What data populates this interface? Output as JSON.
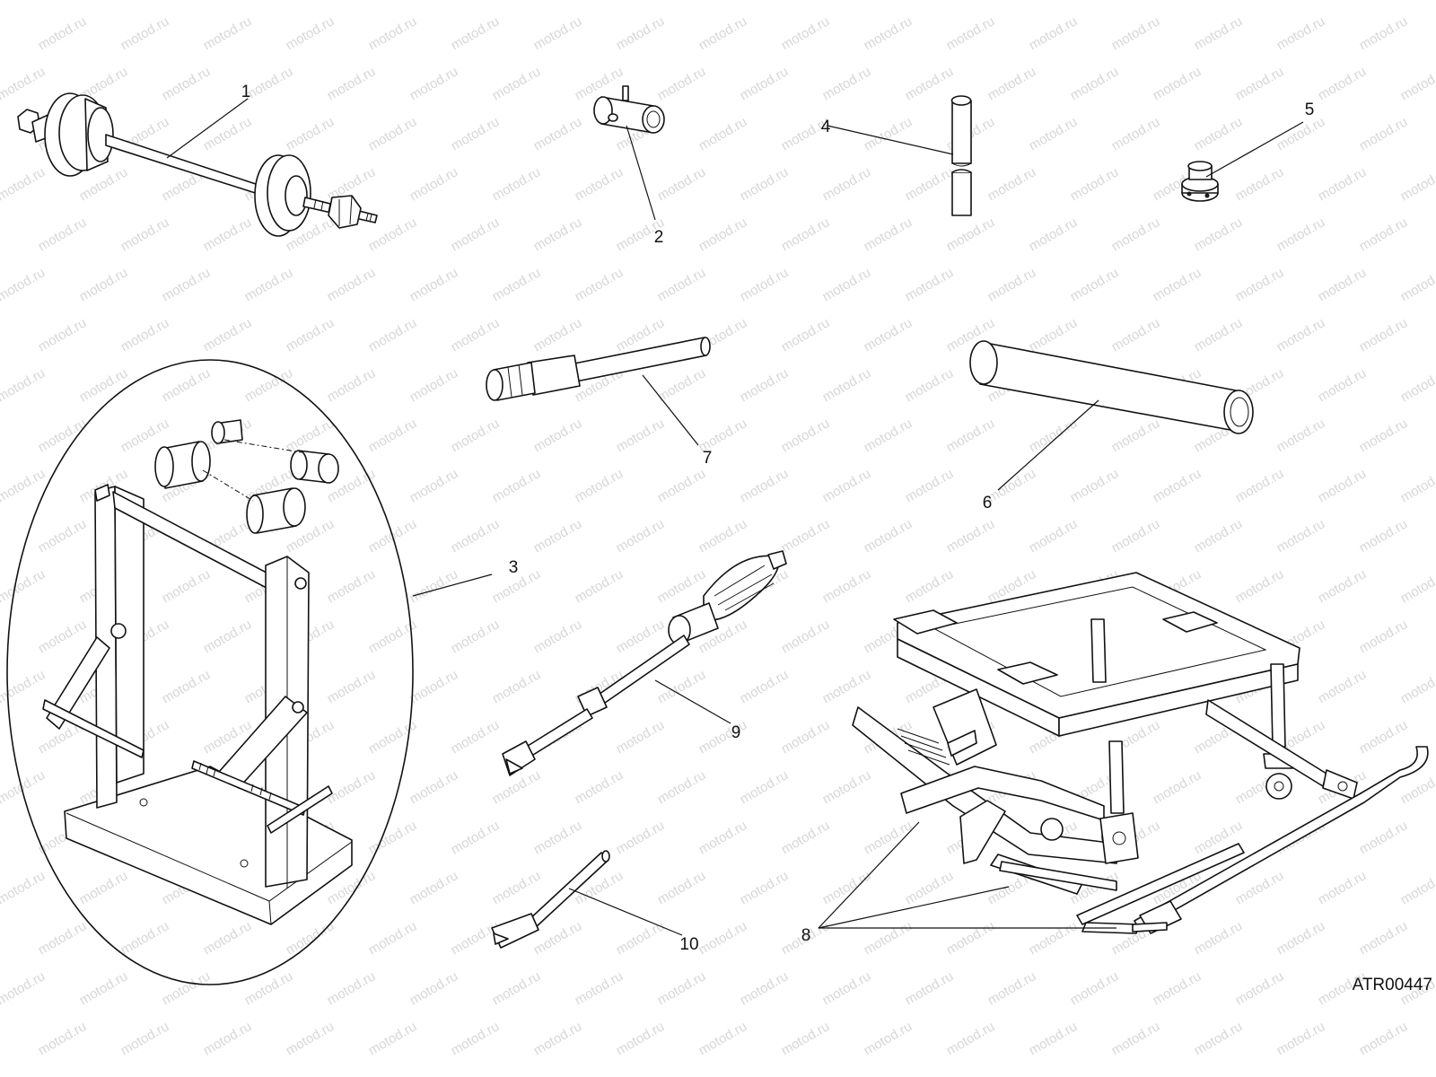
{
  "watermark": {
    "text": "motod.ru"
  },
  "diagram_code": "ATR00447",
  "callouts": [
    "1",
    "2",
    "3",
    "4",
    "5",
    "6",
    "7",
    "8",
    "9",
    "10"
  ],
  "colors": {
    "ink": "#111111",
    "watermark": "#d7d7d7",
    "background": "#ffffff"
  }
}
